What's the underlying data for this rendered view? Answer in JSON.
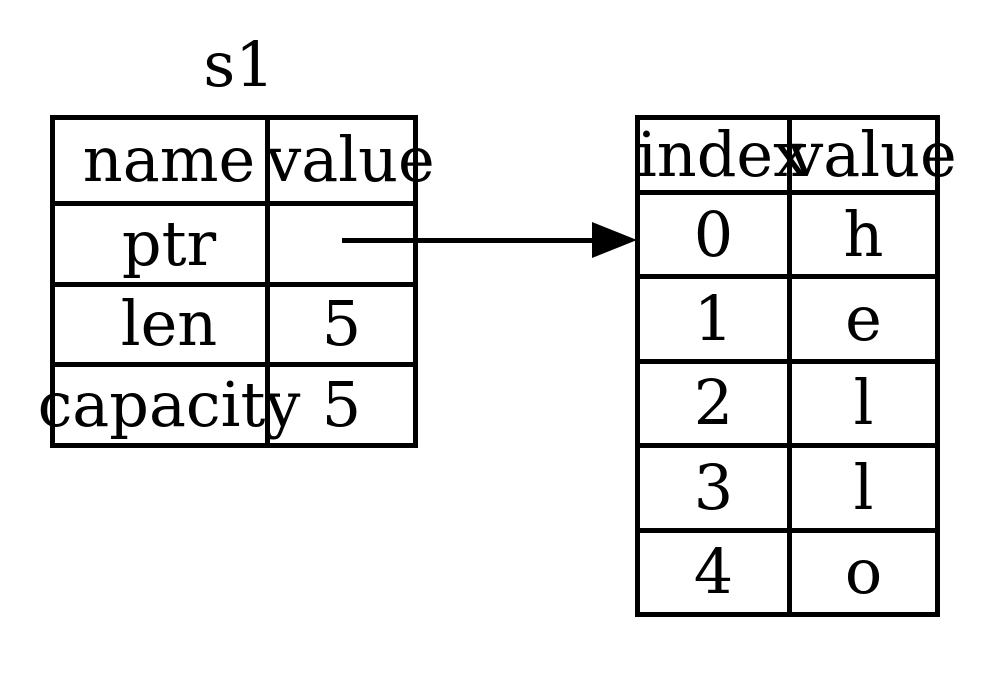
{
  "diagram": {
    "background_color": "#ffffff",
    "line_color": "#000000",
    "stack_table": {
      "title": "s1",
      "headers": {
        "col1": "name",
        "col2": "value"
      },
      "rows": [
        {
          "name": "ptr",
          "value": ""
        },
        {
          "name": "len",
          "value": "5"
        },
        {
          "name": "capacity",
          "value": "5"
        }
      ]
    },
    "heap_table": {
      "headers": {
        "col1": "index",
        "col2": "value"
      },
      "rows": [
        {
          "index": "0",
          "value": "h"
        },
        {
          "index": "1",
          "value": "e"
        },
        {
          "index": "2",
          "value": "l"
        },
        {
          "index": "3",
          "value": "l"
        },
        {
          "index": "4",
          "value": "o"
        }
      ]
    },
    "pointer_arrow": {
      "from": "stack_table ptr value cell",
      "to": "heap_table index 0 row"
    }
  }
}
